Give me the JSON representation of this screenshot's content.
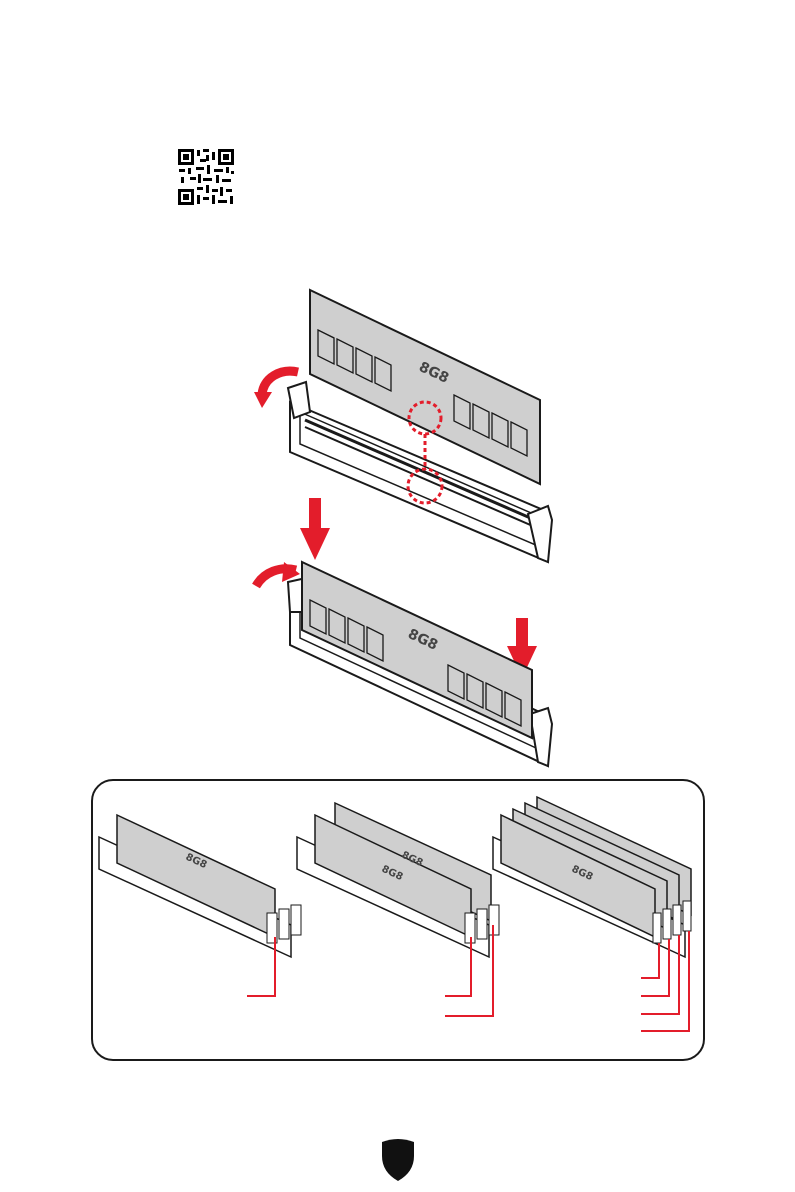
{
  "qr": {
    "icon": "qr-code-icon"
  },
  "module": {
    "label": "8G8"
  },
  "colors": {
    "accent_red": "#e31d2b",
    "module_gray": "#cfcfcf",
    "outline": "#1a1a1a",
    "slot_white": "#ffffff",
    "brand_logo": "#111111"
  },
  "configurations": [
    {
      "modules": 1
    },
    {
      "modules": 2
    },
    {
      "modules": 4
    }
  ],
  "footer": {
    "icon": "msi-shield-icon"
  }
}
